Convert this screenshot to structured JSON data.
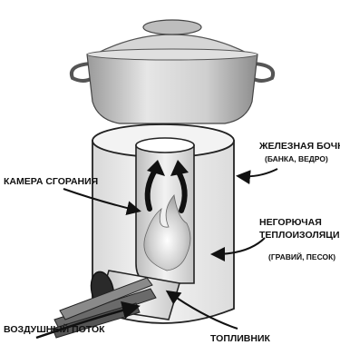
{
  "labels": {
    "barrel": "ЖЕЛЕЗНАЯ БОЧКА",
    "barrel_note": "(БАНКА, ВЕДРО)",
    "chamber": "КАМЕРА СГОРАНИЯ",
    "insulation_1": "НЕГОРЮЧАЯ",
    "insulation_2": "ТЕПЛОИЗОЛЯЦИЯ",
    "insulation_note": "(ГРАВИЙ, ПЕСОК)",
    "air_flow": "ВОЗДУШНЫЙ ПОТОК",
    "fuel_box": "ТОПЛИВНИК"
  },
  "colors": {
    "ink": "#111111",
    "pot": "#c9c9c9",
    "barrel_fill": "#eeeeee",
    "flame": "#bdbdbd"
  }
}
